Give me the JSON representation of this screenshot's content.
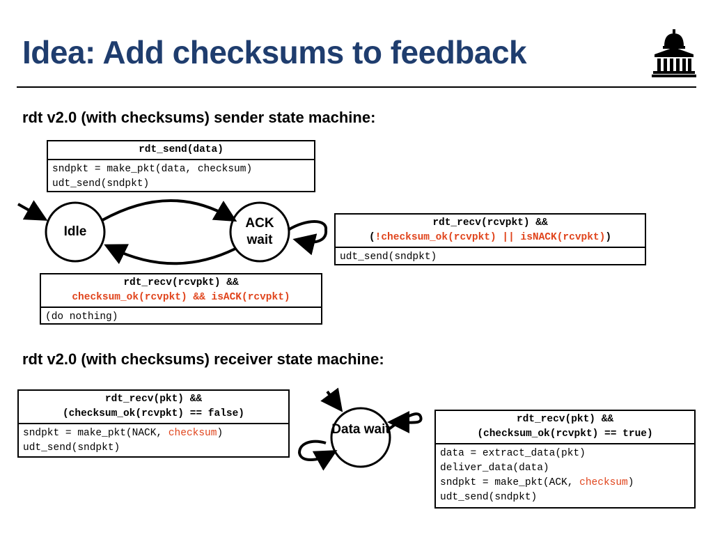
{
  "slide": {
    "title": "Idea: Add checksums to feedback"
  },
  "sender": {
    "heading": "rdt v2.0 (with checksums) sender state machine:",
    "states": {
      "idle": "Idle",
      "ack_wait": [
        "ACK",
        "wait"
      ]
    },
    "transitions": {
      "send": {
        "condition": [
          "rdt_send(data)"
        ],
        "actions": [
          "sndpkt = make_pkt(data, checksum)",
          "udt_send(sndpkt)"
        ]
      },
      "retransmit": {
        "condition_line1": "rdt_recv(rcvpkt) &&",
        "condition_line2": {
          "open": "(",
          "part1": "!checksum_ok(rcvpkt)",
          "op": " || ",
          "part2": "isNACK(rcvpkt)",
          "close": ")"
        },
        "actions": [
          "udt_send(sndpkt)"
        ]
      },
      "ack_ok": {
        "condition_line1": "rdt_recv(rcvpkt) &&",
        "condition_line2": "checksum_ok(rcvpkt) && isACK(rcvpkt)",
        "actions": [
          "(do nothing)"
        ]
      }
    }
  },
  "receiver": {
    "heading": "rdt v2.0 (with checksums) receiver state machine:",
    "states": {
      "data_wait": [
        "Data",
        "wait"
      ]
    },
    "transitions": {
      "corrupt": {
        "condition": [
          "rdt_recv(pkt) &&",
          "(checksum_ok(rcvpkt) == false)"
        ],
        "action1_prefix": "sndpkt = make_pkt(NACK, ",
        "action1_highlight": "checksum",
        "action1_suffix": ")",
        "action2": "udt_send(sndpkt)"
      },
      "ok": {
        "condition": [
          "rdt_recv(pkt) &&",
          "(checksum_ok(rcvpkt) == true)"
        ],
        "action1": "data = extract_data(pkt)",
        "action2": "deliver_data(data)",
        "action3_prefix": "sndpkt = make_pkt(ACK, ",
        "action3_highlight": "checksum",
        "action3_suffix": ")",
        "action4": "udt_send(sndpkt)"
      }
    }
  },
  "colors": {
    "title": "#1f3d6e",
    "highlight": "#e0441c"
  },
  "icons": {
    "logo": "university-building-icon"
  }
}
